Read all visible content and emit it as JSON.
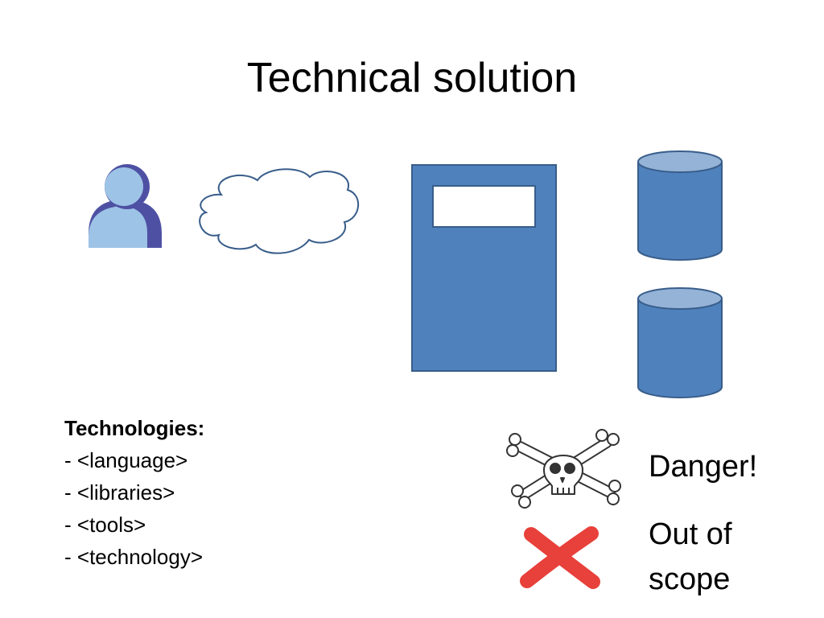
{
  "slide": {
    "title": "Technical solution"
  },
  "diagram": {
    "nodes": [
      {
        "id": "user",
        "icon": "user-icon"
      },
      {
        "id": "cloud",
        "icon": "cloud-icon"
      },
      {
        "id": "application",
        "icon": "application-window-icon"
      },
      {
        "id": "database-1",
        "icon": "database-icon"
      },
      {
        "id": "database-2",
        "icon": "database-icon"
      }
    ],
    "colors": {
      "shape_fill": "#4f81bd",
      "shape_stroke": "#385d8a",
      "user_fill": "#9dc3e6",
      "user_outline": "#4e51a3",
      "danger_red": "#e8403a"
    }
  },
  "technologies": {
    "heading": "Technologies:",
    "items": [
      "- <language>",
      "- <libraries>",
      "- <tools>",
      "- <technology>"
    ]
  },
  "legend": {
    "danger": {
      "icon": "skull-crossbones-icon",
      "label": "Danger!"
    },
    "out_of_scope": {
      "icon": "red-x-icon",
      "label_line1": "Out of",
      "label_line2": "scope"
    }
  }
}
